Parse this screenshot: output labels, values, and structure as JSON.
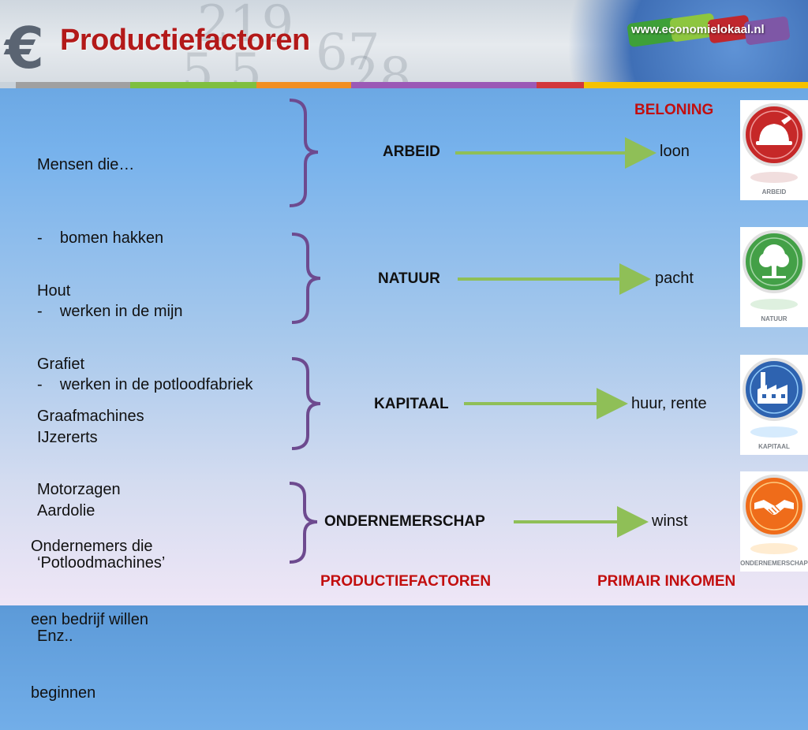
{
  "header": {
    "title": "Productiefactoren",
    "logo_text": "www.economielokaal.nl",
    "logo_colors": [
      "#3ea038",
      "#8dc63f",
      "#c0272d",
      "#7e57a6"
    ],
    "band_colors": [
      "#a0a0a0",
      "#7fbf3f",
      "#f18f22",
      "#9b59b6",
      "#d2373c",
      "#f5c200"
    ]
  },
  "headings": {
    "reward": "BELONING",
    "factors": "PRODUCTIEFACTOREN",
    "income": "PRIMAIR INKOMEN"
  },
  "rows": [
    {
      "examples": [
        "Mensen die…",
        "-    bomen hakken",
        "-    werken in de mijn",
        "-    werken in de potloodfabriek"
      ],
      "factor": "ARBEID",
      "income": "loon",
      "icon_label": "ARBEID",
      "icon_name": "worker-helmet-icon",
      "icon_color": "#c62828"
    },
    {
      "examples": [
        "Hout",
        "Grafiet",
        "IJzererts",
        "Aardolie"
      ],
      "factor": "NATUUR",
      "income": "pacht",
      "icon_label": "NATUUR",
      "icon_name": "tree-icon",
      "icon_color": "#43a047"
    },
    {
      "examples": [
        "Graafmachines",
        "Motorzagen",
        "‘Potloodmachines’",
        "Enz.."
      ],
      "factor": "KAPITAAL",
      "income": "huur, rente",
      "icon_label": "KAPITAAL",
      "icon_name": "factory-icon",
      "icon_color": "#2e63b0"
    },
    {
      "examples": [
        "Ondernemers die",
        "een bedrijf willen",
        "beginnen"
      ],
      "factor": "ONDERNEMERSCHAP",
      "income": "winst",
      "icon_label": "ONDERNEMERSCHAP",
      "icon_name": "handshake-icon",
      "icon_color": "#ef6c1a"
    }
  ],
  "colors": {
    "bracket": "#6d4a8f",
    "arrow": "#8fbf57",
    "heading_red": "#c20e0e"
  }
}
